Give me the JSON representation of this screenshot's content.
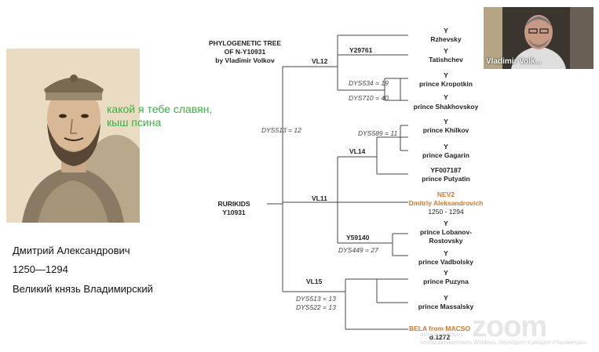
{
  "slide": {
    "tree_title": [
      "PHYLOGENETIC TREE",
      "OF N-Y10931",
      "by Vladimir Volkov"
    ],
    "root": [
      "RURIKIDS",
      "Y10931"
    ],
    "nodes": {
      "vl12": "VL12",
      "y29761": "Y29761",
      "vl11": "VL11",
      "vl14": "VL14",
      "y59140": "Y59140",
      "vl15": "VL15"
    },
    "mutations": {
      "dys513_12": "DYS513 = 12",
      "dys534": "DYS534 = 19",
      "dys710": "DYS710 = 40",
      "dys589": "DYS589 = 11",
      "dys449": "DYS449 = 27",
      "dys513_13": "DYS513 = 13",
      "dys522": "DYS522 = 13"
    },
    "leaves": {
      "rzhevsky": [
        "Y",
        "Rzhevsky"
      ],
      "tatishchev": [
        "Y",
        "Tatishchev"
      ],
      "kropotkin": [
        "Y",
        "prince Kropotkin"
      ],
      "shakhovskoy": [
        "Y",
        "prince Shakhovskoy"
      ],
      "khilkov": [
        "Y",
        "prince Khilkov"
      ],
      "gagarin": [
        "Y",
        "prince Gagarin"
      ],
      "putyatin": [
        "YF007187",
        "prince Putyatin"
      ],
      "nev2": [
        "NEV2",
        "Dmitriy Aleksandrovich",
        "1250 - 1294"
      ],
      "lobanov": [
        "Y",
        "prince Lobanov-",
        "Rostovsky"
      ],
      "vadbolsky": [
        "Y",
        "prince Vadbolsky"
      ],
      "puzyna": [
        "Y",
        "prince Puzyna"
      ],
      "massalsky": [
        "Y",
        "prince Massalsky"
      ],
      "bela": [
        "BELA from MACSO",
        "d.1272"
      ]
    },
    "portrait_caption": {
      "name": "Дмитрий Александрович",
      "years": "1250—1294",
      "title": "Великий князь Владимирский"
    }
  },
  "chat_overlay": [
    "какой я тебе славян,",
    "кыш псина"
  ],
  "webcam": {
    "participant_name": "Vladimir Volk..."
  },
  "watermark": {
    "brand": "zoom",
    "activation_line": "Activate Windows",
    "activation_sub": "Чтобы активировать Windows, перейдите в раздел «Параметры»."
  },
  "colors": {
    "accent_orange": "#c97a38",
    "overlay_green": "#3cb043"
  }
}
